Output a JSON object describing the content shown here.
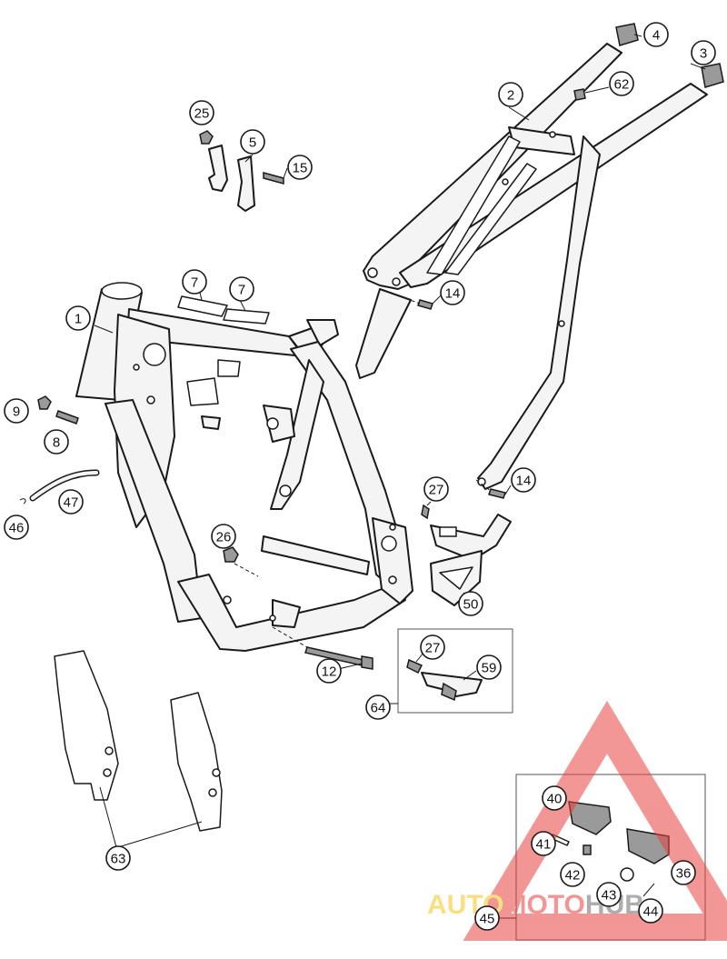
{
  "callouts": [
    {
      "label": "1"
    },
    {
      "label": "2"
    },
    {
      "label": "3"
    },
    {
      "label": "4"
    },
    {
      "label": "5"
    },
    {
      "label": "7"
    },
    {
      "label": "7"
    },
    {
      "label": "8"
    },
    {
      "label": "9"
    },
    {
      "label": "12"
    },
    {
      "label": "14"
    },
    {
      "label": "14"
    },
    {
      "label": "15"
    },
    {
      "label": "25"
    },
    {
      "label": "26"
    },
    {
      "label": "27"
    },
    {
      "label": "27"
    },
    {
      "label": "36"
    },
    {
      "label": "40"
    },
    {
      "label": "41"
    },
    {
      "label": "42"
    },
    {
      "label": "43"
    },
    {
      "label": "44"
    },
    {
      "label": "45"
    },
    {
      "label": "46"
    },
    {
      "label": "47"
    },
    {
      "label": "50"
    },
    {
      "label": "59"
    },
    {
      "label": "62"
    },
    {
      "label": "63"
    },
    {
      "label": "64"
    }
  ],
  "watermark": {
    "part_a": "AUTO",
    "part_b": "MOTO",
    "part_c": "HUB",
    "color_a": "#f5c518",
    "color_b": "#e8423f",
    "color_c": "#6b6b6b"
  }
}
